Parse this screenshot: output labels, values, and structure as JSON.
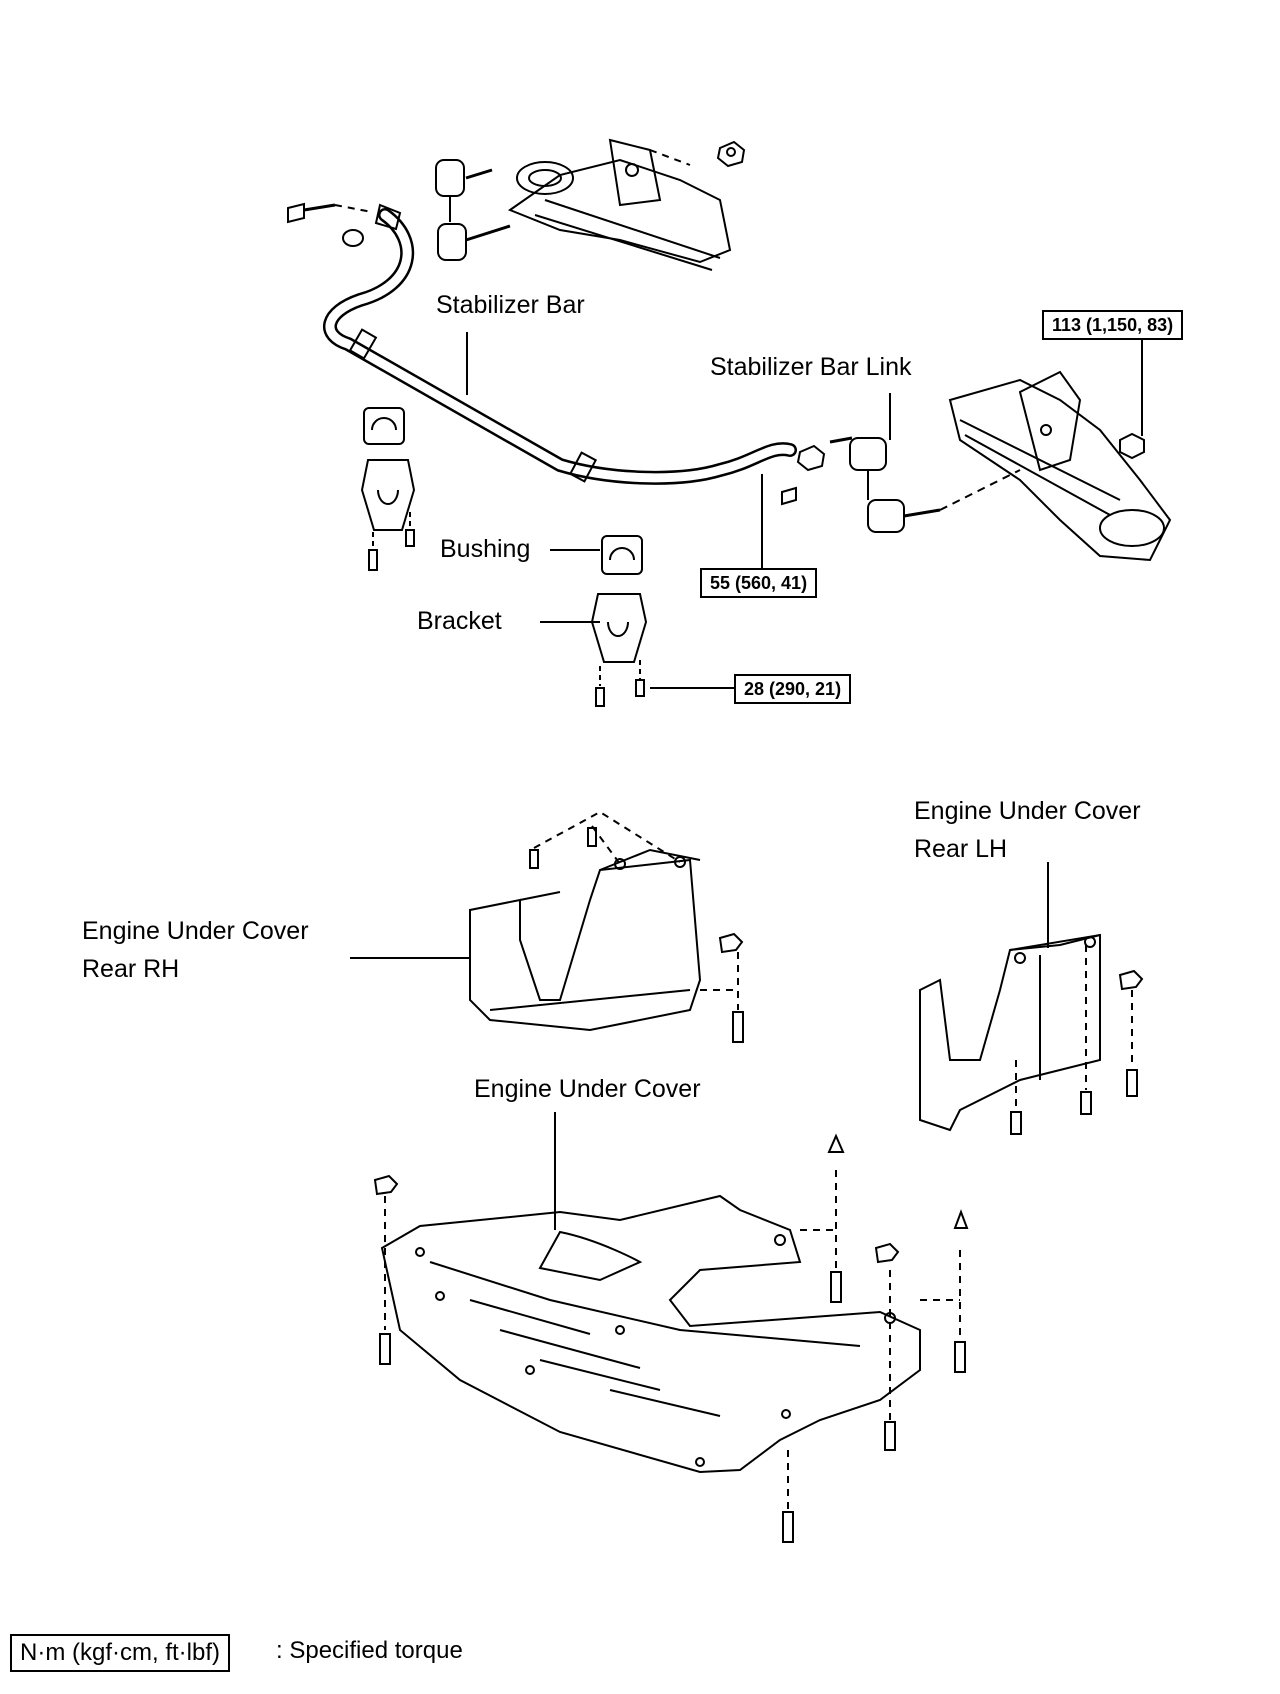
{
  "labels": {
    "stabilizer_bar": "Stabilizer Bar",
    "stabilizer_bar_link": "Stabilizer Bar Link",
    "bushing": "Bushing",
    "bracket": "Bracket",
    "engine_under_cover_rear_rh": [
      "Engine Under Cover",
      "Rear RH"
    ],
    "engine_under_cover_rear_lh": [
      "Engine Under Cover",
      "Rear LH"
    ],
    "engine_under_cover": "Engine Under Cover"
  },
  "torque_specs": {
    "link_nut": "113 (1,150, 83)",
    "bar_nut": "55 (560, 41)",
    "bracket_bolt": "28 (290, 21)"
  },
  "legend": {
    "unit": "N·m (kgf·cm, ft·lbf)",
    "text": ": Specified torque"
  }
}
